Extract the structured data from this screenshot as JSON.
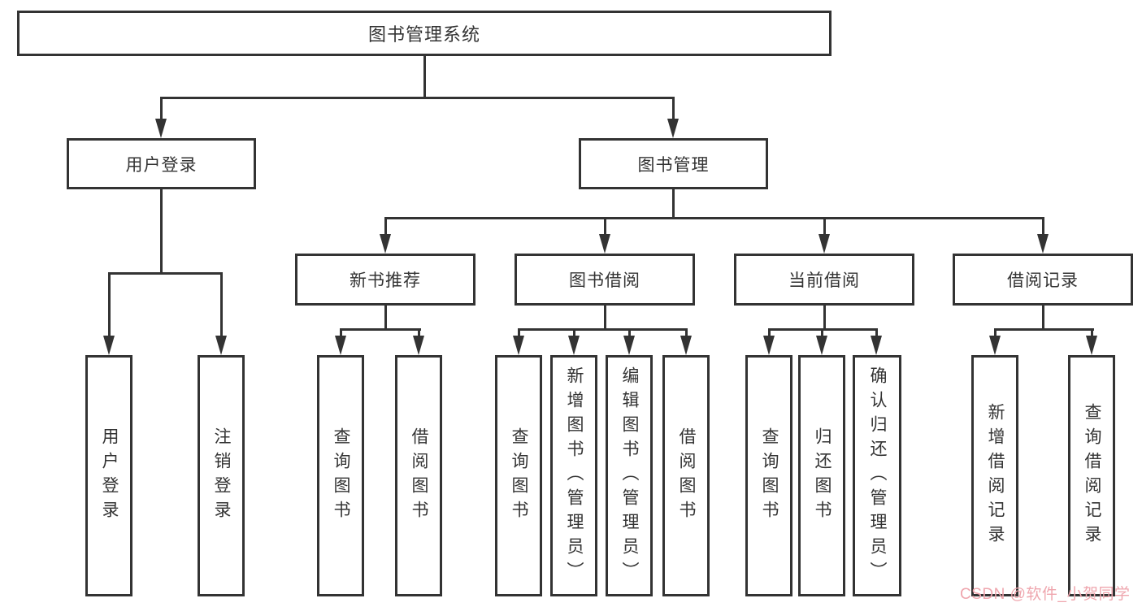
{
  "tree": {
    "label": "图书管理系统",
    "children": [
      {
        "label": "用户登录",
        "children": [
          {
            "label": "用户登录"
          },
          {
            "label": "注销登录"
          }
        ]
      },
      {
        "label": "图书管理",
        "children": [
          {
            "label": "新书推荐",
            "children": [
              {
                "label": "查询图书"
              },
              {
                "label": "借阅图书"
              }
            ]
          },
          {
            "label": "图书借阅",
            "children": [
              {
                "label": "查询图书"
              },
              {
                "label": "新增图书（管理员）"
              },
              {
                "label": "编辑图书（管理员）"
              },
              {
                "label": "借阅图书"
              }
            ]
          },
          {
            "label": "当前借阅",
            "children": [
              {
                "label": "查询图书"
              },
              {
                "label": "归还图书"
              },
              {
                "label": "确认归还（管理员）"
              }
            ]
          },
          {
            "label": "借阅记录",
            "children": [
              {
                "label": "新增借阅记录"
              },
              {
                "label": "查询借阅记录"
              }
            ]
          }
        ]
      }
    ]
  },
  "watermark": {
    "text": "CSDN @软件_小贺同学",
    "color": "#efa6ae"
  },
  "line_color": "#333333"
}
